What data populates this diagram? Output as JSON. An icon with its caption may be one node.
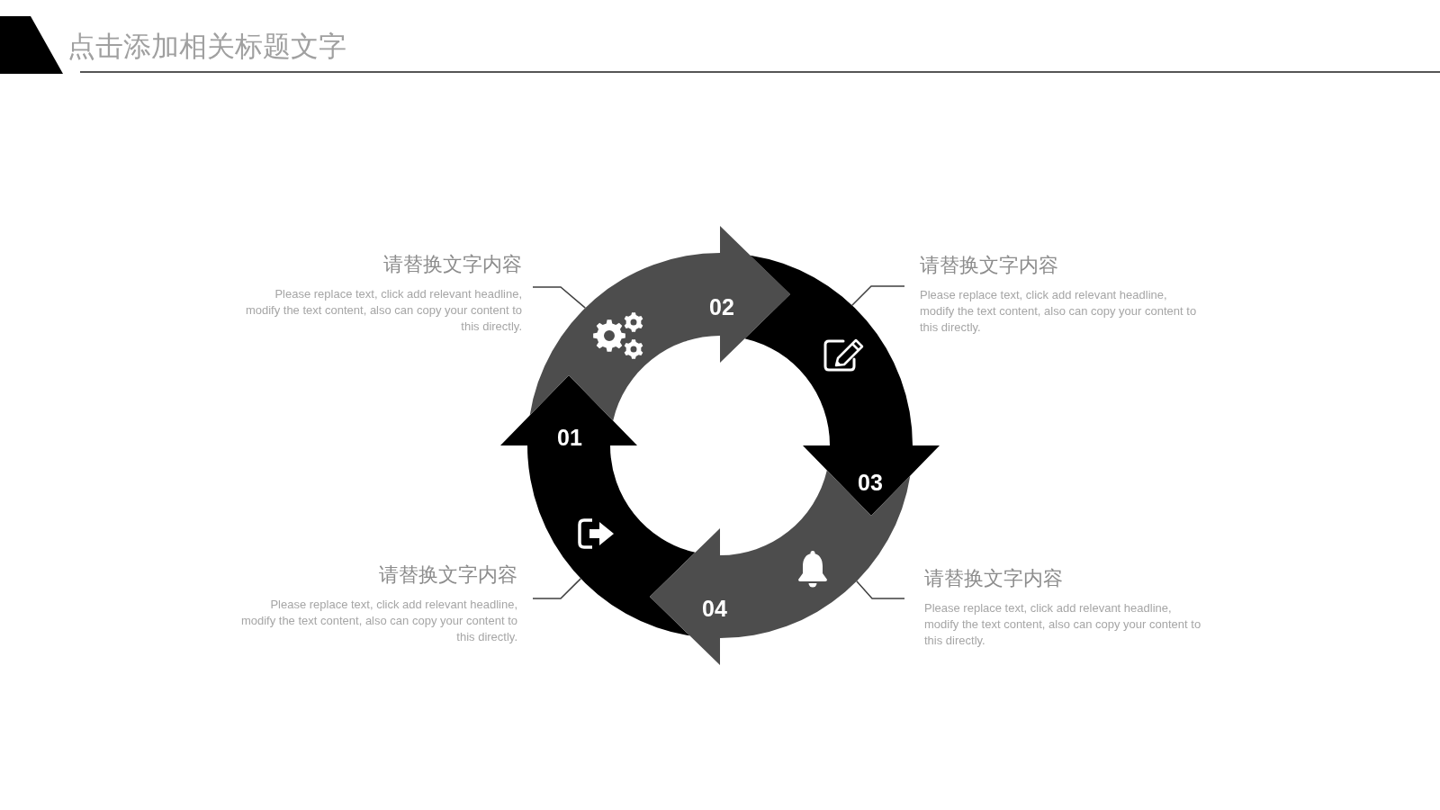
{
  "diagram": {
    "title": "点击添加相关标题文字",
    "nodes": [
      {
        "text": [
          "01"
        ]
      },
      {
        "text": [
          "02"
        ]
      },
      {
        "text": [
          "03"
        ]
      },
      {
        "text": [
          "04"
        ]
      },
      {
        "text": [
          "请替换文字内容",
          "Please replace text, click add relevant headline, modify the text content, also can copy your content to this directly."
        ]
      },
      {
        "text": [
          "请替换文字内容",
          "Please replace text, click add relevant headline, modify the text content, also can copy your content to this directly."
        ]
      },
      {
        "text": [
          "请替换文字内容",
          "Please replace text, click add relevant headline, modify the text content, also can copy your content to this directly."
        ]
      },
      {
        "text": [
          "请替换文字内容",
          "Please replace text, click add relevant headline, modify the text content, also can copy your content to this directly."
        ]
      }
    ],
    "edges": [
      {
        "from": 4,
        "to": 1,
        "arrow": "none"
      },
      {
        "from": 5,
        "to": 2,
        "arrow": "none"
      },
      {
        "from": 6,
        "to": 0,
        "arrow": "none"
      },
      {
        "from": 7,
        "to": 3,
        "arrow": "none"
      }
    ]
  }
}
